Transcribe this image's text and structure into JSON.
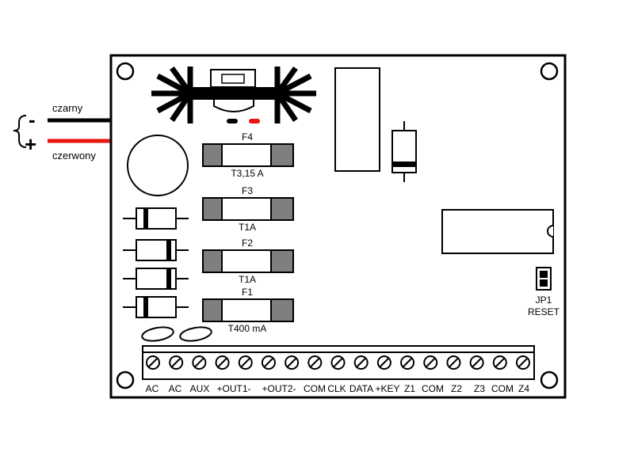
{
  "wires": {
    "minus_symbol": "-",
    "plus_symbol": "+",
    "black_label": "czarny",
    "red_label": "czerwony",
    "black_color": "#000000",
    "red_color": "#e8160c"
  },
  "fuses": [
    {
      "name": "F4",
      "rating": "T3,15 A"
    },
    {
      "name": "F3",
      "rating": "T1A"
    },
    {
      "name": "F2",
      "rating": "T1A"
    },
    {
      "name": "F1",
      "rating": "T400 mA"
    }
  ],
  "jumper": {
    "name": "JP1",
    "function": "RESET"
  },
  "terminals": [
    "AC",
    "AC",
    "AUX",
    "+OUT1-",
    "+OUT2-",
    "COM",
    "CLK",
    "DATA",
    "+KEY",
    "Z1",
    "COM",
    "Z2",
    "Z3",
    "COM",
    "Z4"
  ],
  "terminal_screw_count": 17,
  "colors": {
    "line": "#000000",
    "fuse_cap": "#7f7f7f",
    "board": "#ffffff",
    "led_red": "#e8160c"
  }
}
